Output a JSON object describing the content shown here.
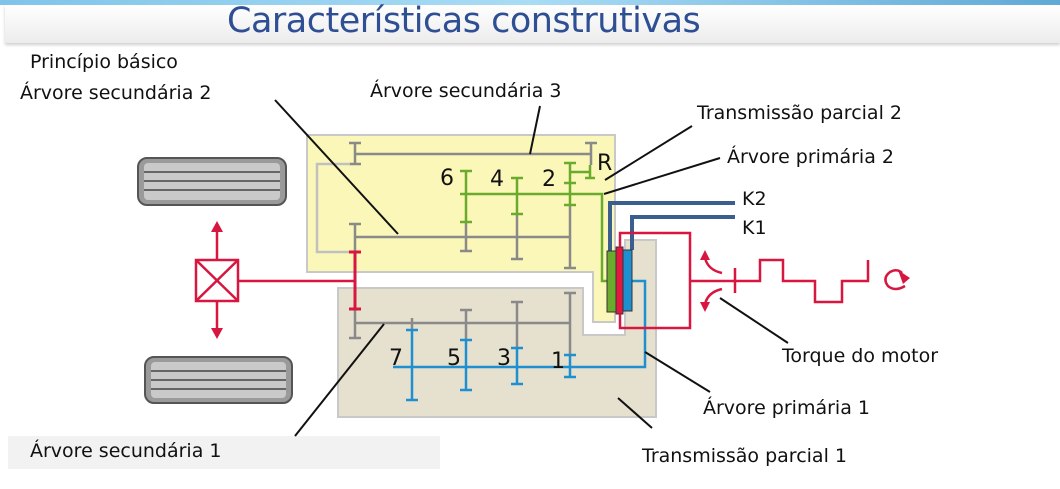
{
  "title": "Características construtivas",
  "labels": {
    "principle": "Princípio básico",
    "secondary_shaft_2": "Árvore secundária 2",
    "secondary_shaft_3": "Árvore secundária 3",
    "partial_transmission_2": "Transmissão parcial 2",
    "primary_shaft_2": "Árvore primária 2",
    "k2": "K2",
    "k1": "K1",
    "engine_torque": "Torque do motor",
    "primary_shaft_1": "Árvore primária 1",
    "secondary_shaft_1": "Árvore secundária 1",
    "partial_transmission_1": "Transmissão parcial 1"
  },
  "gears": {
    "even": [
      "6",
      "4",
      "2",
      "R"
    ],
    "odd": [
      "7",
      "5",
      "3",
      "1"
    ]
  },
  "colors": {
    "title": "#2f4f94",
    "even_gears": "#6aab2e",
    "odd_gears": "#1e8fcf",
    "drive": "#d7173f",
    "clutch_lines": "#3a5f8f",
    "shafts": "#8a8a8a",
    "transmission_2_bg": "#fbf7b8",
    "transmission_1_bg": "#e6e0cf"
  }
}
